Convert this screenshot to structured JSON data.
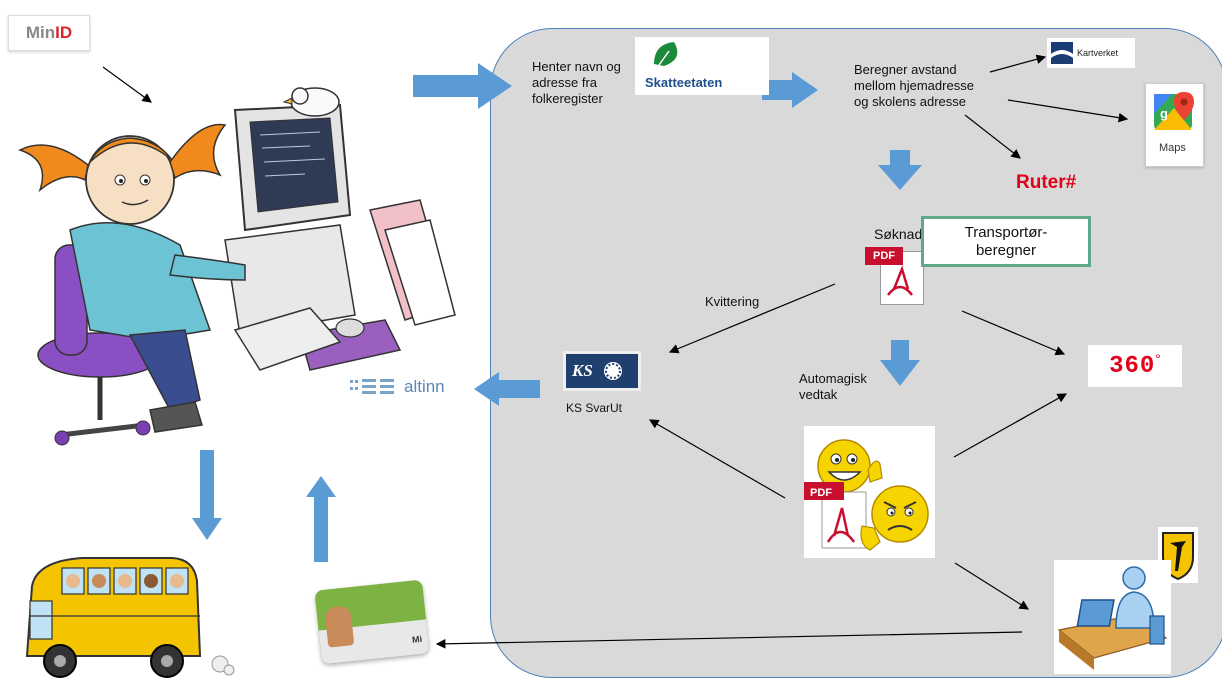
{
  "logos": {
    "minid_prefix": "Min",
    "minid_suffix": "ID",
    "skatteetaten": "Skatteetaten",
    "kartverket": "Kartverket",
    "maps": "Maps",
    "ruter": "Ruter#",
    "altinn": "altinn",
    "ks": "KS",
    "ks_caption": "KS SvarUt",
    "system_360": "360",
    "pdf": "PDF"
  },
  "labels": {
    "henter": "Henter navn og adresse fra folkeregister",
    "beregner": "Beregner avstand mellom hjemadresse og skolens adresse",
    "soknad": "Søknad",
    "transportor": "Transportør-beregner",
    "kvittering": "Kvittering",
    "automagisk": "Automagisk vedtak",
    "card": "Mi"
  },
  "colors": {
    "panel_fill": "#d9d9d9",
    "panel_border": "#4d7fb8",
    "block_arrow": "#5b9bd5",
    "transportor_border": "#5fa88a",
    "ruter_red": "#e2001a",
    "pdf_red": "#c8102e",
    "bus_yellow": "#f5c400",
    "skatteetaten_green": "#1b8a3a",
    "skatteetaten_blue": "#1f4f8b"
  }
}
